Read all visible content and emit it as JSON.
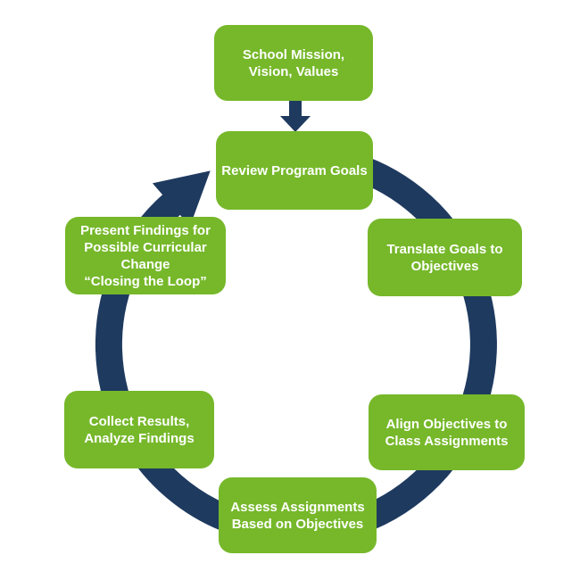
{
  "diagram": {
    "type": "cycle",
    "direction": "clockwise",
    "colors": {
      "node_fill": "#76B82A",
      "arrow": "#1E3A5F",
      "node_text": "#FFFFFF",
      "background": "#FFFFFF"
    },
    "nodes": [
      {
        "id": "school-mission",
        "lines": [
          "School Mission,",
          "Vision, Values"
        ]
      },
      {
        "id": "review-program-goals",
        "lines": [
          "Review Program Goals"
        ]
      },
      {
        "id": "translate-goals",
        "lines": [
          "Translate Goals to",
          "Objectives"
        ]
      },
      {
        "id": "align-objectives",
        "lines": [
          "Align Objectives to",
          "Class Assignments"
        ]
      },
      {
        "id": "assess-assignments",
        "lines": [
          "Assess Assignments",
          "Based on Objectives"
        ]
      },
      {
        "id": "collect-results",
        "lines": [
          "Collect Results,",
          "Analyze Findings"
        ]
      },
      {
        "id": "present-findings",
        "lines": [
          "Present Findings for",
          "Possible Curricular",
          "Change",
          "“Closing the Loop”"
        ]
      }
    ],
    "connectors": {
      "top_connector": "down-arrow",
      "cycle_arrow": "clockwise-circle-arrow"
    }
  }
}
